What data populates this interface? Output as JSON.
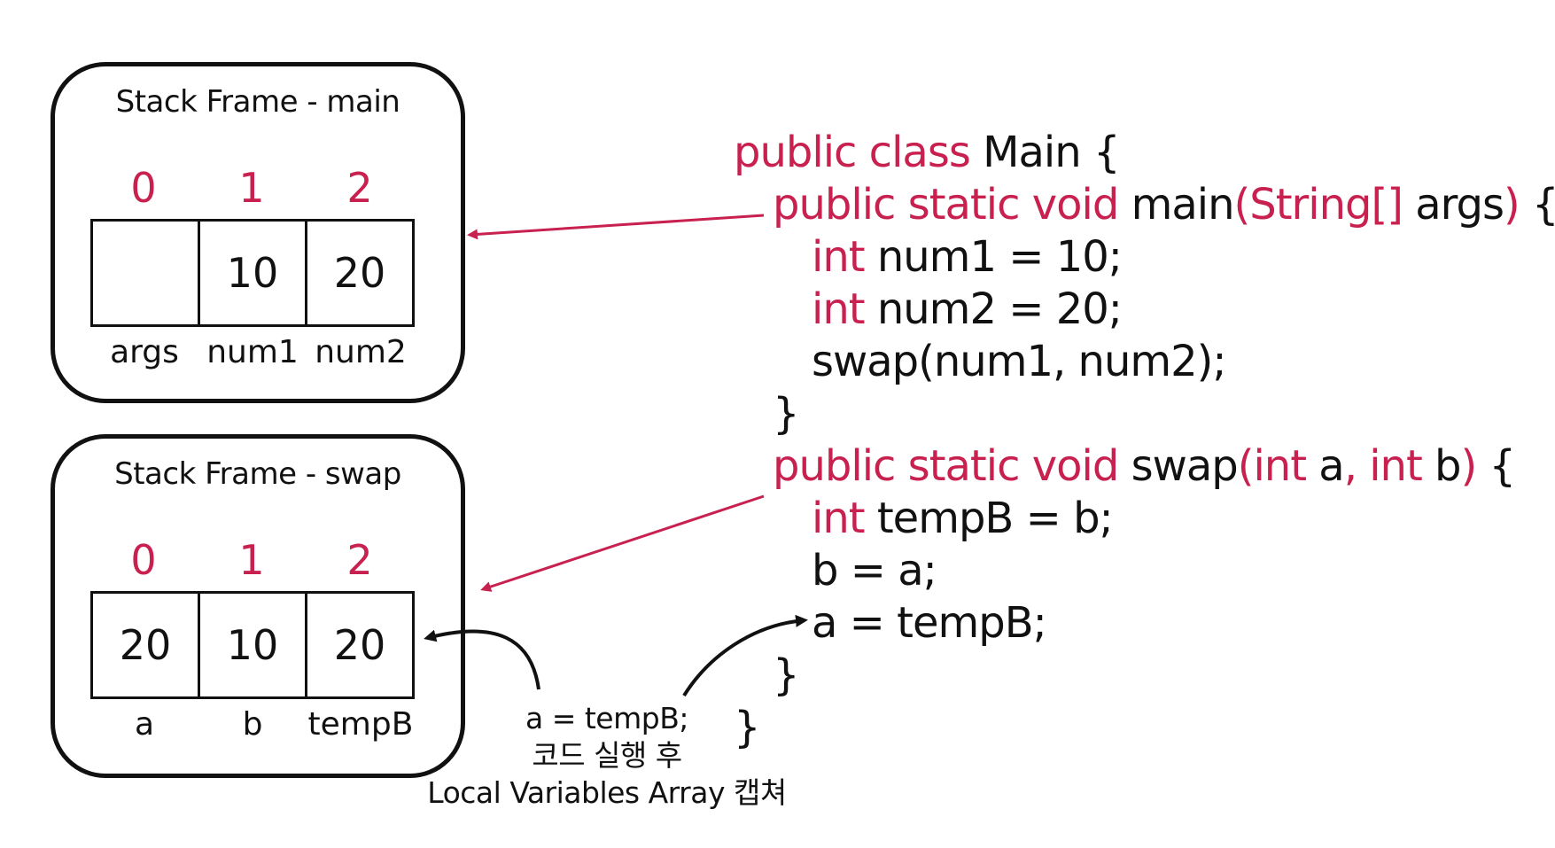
{
  "frames": [
    {
      "title": "Stack Frame - main",
      "indices": [
        "0",
        "1",
        "2"
      ],
      "values": [
        "",
        "10",
        "20"
      ],
      "names": [
        "args",
        "num1",
        "num2"
      ]
    },
    {
      "title": "Stack Frame - swap",
      "indices": [
        "0",
        "1",
        "2"
      ],
      "values": [
        "20",
        "10",
        "20"
      ],
      "names": [
        "a",
        "b",
        "tempB"
      ]
    }
  ],
  "code": {
    "l1_kw": "public class",
    "l1_txt": " Main {",
    "l2_kw": "public static void",
    "l2_txt": " main",
    "l2_kw2": "(String[]",
    "l2_txt2": " args",
    "l2_kw3": ")",
    "l2_txt3": " {",
    "l3_kw": "int",
    "l3_txt": " num1 = 10;",
    "l4_kw": "int",
    "l4_txt": " num2 = 20;",
    "l5_txt": "swap(num1, num2);",
    "l6_txt": "}",
    "l7_kw": "public static void",
    "l7_txt": " swap",
    "l7_kw2": "(int",
    "l7_txt2": " a",
    "l7_kw3": ", int",
    "l7_txt3": " b",
    "l7_kw4": ")",
    "l7_txt4": " {",
    "l8_kw": "int",
    "l8_txt": " tempB = b;",
    "l9_txt": "b = a;",
    "l10_txt": "a = tempB;",
    "l11_txt": "}",
    "l12_txt": "}"
  },
  "note": {
    "line1": "a = tempB;",
    "line2": "코드 실행 후",
    "line3": "Local Variables Array 캡쳐"
  },
  "colors": {
    "accent": "#c8204f",
    "text": "#111111"
  }
}
